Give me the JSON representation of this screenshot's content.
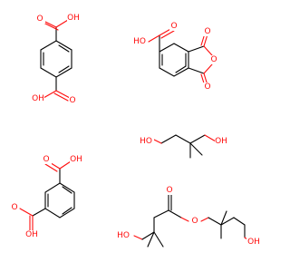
{
  "figure": {
    "background_color": "#ffffff",
    "bond_color": "#000000",
    "heteroatom_color": "#ff0d0d",
    "atom_labels": {
      "hydroxyl": "OH",
      "hydroxyl_left": "HO",
      "carbonyl_o": "O",
      "ring_o": "O"
    }
  },
  "molecules": [
    {
      "name": "terephthalic-acid"
    },
    {
      "name": "trimellitic-anhydride"
    },
    {
      "name": "neopentyl-glycol"
    },
    {
      "name": "isophthalic-acid"
    },
    {
      "name": "neopentyl-ester"
    }
  ]
}
